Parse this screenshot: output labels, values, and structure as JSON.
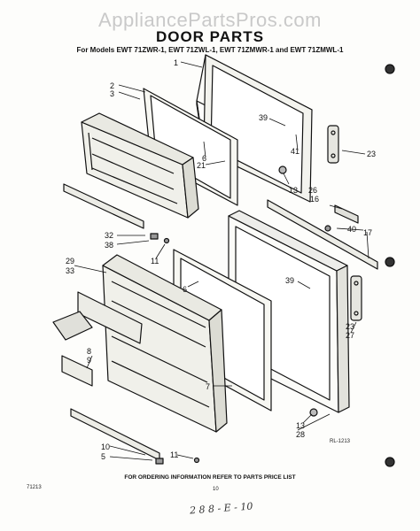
{
  "watermark": "AppliancePartsPros.com",
  "title": "DOOR PARTS",
  "subtitle": "For Models EWT 71ZWR-1, EWT 71ZWL-1, EWT 71ZMWR-1 and EWT 71ZMWL-1",
  "footer_note": "FOR ORDERING INFORMATION REFER TO PARTS PRICE LIST",
  "figure_code": "RL-1213",
  "page_code": "71213",
  "page_number": "10",
  "handwritten_note": "2 8 8 - E - 10",
  "callouts": {
    "c1": "1",
    "c2": "2",
    "c3": "3",
    "c39a": "39",
    "c6a": "6",
    "c21": "21",
    "c41": "41",
    "c23a": "23",
    "c13a": "13",
    "c26": "26",
    "c16": "16",
    "c40": "40",
    "c17": "17",
    "c32": "32",
    "c38": "38",
    "c11a": "11",
    "c29": "29",
    "c33": "33",
    "c6b": "6",
    "c39b": "39",
    "c8": "8",
    "c9": "9",
    "c7": "7",
    "c23b": "23",
    "c27": "27",
    "c13b": "13",
    "c28": "28",
    "c10": "10",
    "c5": "5",
    "c11b": "11"
  }
}
